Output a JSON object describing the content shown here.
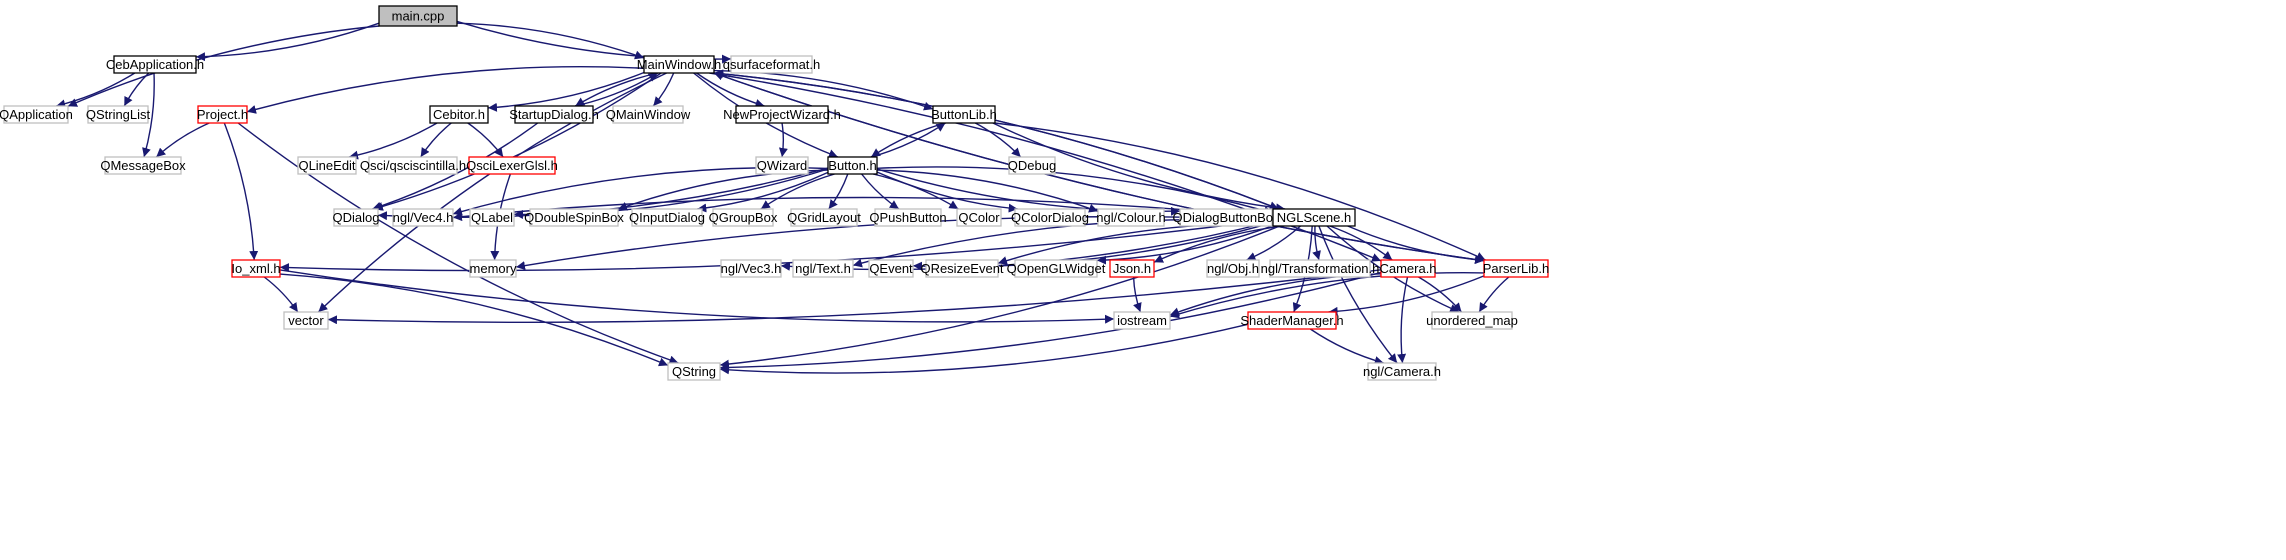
{
  "colors": {
    "edge": "#191970",
    "root_fill": "#bfbfbf",
    "local_border": "#000000",
    "external_border": "#bfbfbf",
    "truncated_border": "#ff0000",
    "text": "#000000"
  },
  "nodes": [
    {
      "id": "main_cpp",
      "label": "main.cpp",
      "kind": "root"
    },
    {
      "id": "CebApplication_h",
      "label": "CebApplication.h",
      "kind": "local"
    },
    {
      "id": "qsurfaceformat_h",
      "label": "qsurfaceformat.h",
      "kind": "external"
    },
    {
      "id": "QApplication",
      "label": "QApplication",
      "kind": "external"
    },
    {
      "id": "QStringList",
      "label": "QStringList",
      "kind": "external"
    },
    {
      "id": "QMessageBox",
      "label": "QMessageBox",
      "kind": "external"
    },
    {
      "id": "MainWindow_h",
      "label": "MainWindow.h",
      "kind": "local"
    },
    {
      "id": "Project_h",
      "label": "Project.h",
      "kind": "truncated"
    },
    {
      "id": "Cebitor_h",
      "label": "Cebitor.h",
      "kind": "local"
    },
    {
      "id": "StartupDialog_h",
      "label": "StartupDialog.h",
      "kind": "local"
    },
    {
      "id": "QMainWindow",
      "label": "QMainWindow",
      "kind": "external"
    },
    {
      "id": "NewProjectWizard_h",
      "label": "NewProjectWizard.h",
      "kind": "local"
    },
    {
      "id": "ButtonLib_h",
      "label": "ButtonLib.h",
      "kind": "local"
    },
    {
      "id": "QLineEdit",
      "label": "QLineEdit",
      "kind": "external"
    },
    {
      "id": "Qsci_qsciscintilla_h",
      "label": "Qsci/qsciscintilla.h",
      "kind": "external"
    },
    {
      "id": "QsciLexerGlsl_h",
      "label": "QsciLexerGlsl.h",
      "kind": "truncated"
    },
    {
      "id": "QWizard",
      "label": "QWizard",
      "kind": "external"
    },
    {
      "id": "Button_h",
      "label": "Button.h",
      "kind": "local"
    },
    {
      "id": "QDebug",
      "label": "QDebug",
      "kind": "external"
    },
    {
      "id": "QDialog",
      "label": "QDialog",
      "kind": "external"
    },
    {
      "id": "ngl_Vec4_h",
      "label": "ngl/Vec4.h",
      "kind": "external"
    },
    {
      "id": "QLabel",
      "label": "QLabel",
      "kind": "external"
    },
    {
      "id": "QDoubleSpinBox",
      "label": "QDoubleSpinBox",
      "kind": "external"
    },
    {
      "id": "QInputDialog",
      "label": "QInputDialog",
      "kind": "external"
    },
    {
      "id": "QGroupBox",
      "label": "QGroupBox",
      "kind": "external"
    },
    {
      "id": "QGridLayout",
      "label": "QGridLayout",
      "kind": "external"
    },
    {
      "id": "QPushButton",
      "label": "QPushButton",
      "kind": "external"
    },
    {
      "id": "QColor",
      "label": "QColor",
      "kind": "external"
    },
    {
      "id": "QColorDialog",
      "label": "QColorDialog",
      "kind": "external"
    },
    {
      "id": "ngl_Colour_h",
      "label": "ngl/Colour.h",
      "kind": "external"
    },
    {
      "id": "QDialogButtonBox",
      "label": "QDialogButtonBox",
      "kind": "external"
    },
    {
      "id": "NGLScene_h",
      "label": "NGLScene.h",
      "kind": "local"
    },
    {
      "id": "Io_xml_h",
      "label": "Io_xml.h",
      "kind": "truncated"
    },
    {
      "id": "memory",
      "label": "memory",
      "kind": "external"
    },
    {
      "id": "ngl_Vec3_h",
      "label": "ngl/Vec3.h",
      "kind": "external"
    },
    {
      "id": "ngl_Text_h",
      "label": "ngl/Text.h",
      "kind": "external"
    },
    {
      "id": "QEvent",
      "label": "QEvent",
      "kind": "external"
    },
    {
      "id": "QResizeEvent",
      "label": "QResizeEvent",
      "kind": "external"
    },
    {
      "id": "QOpenGLWidget",
      "label": "QOpenGLWidget",
      "kind": "external"
    },
    {
      "id": "Json_h",
      "label": "Json.h",
      "kind": "truncated"
    },
    {
      "id": "ngl_Obj_h",
      "label": "ngl/Obj.h",
      "kind": "external"
    },
    {
      "id": "ngl_Transformation_h",
      "label": "ngl/Transformation.h",
      "kind": "external"
    },
    {
      "id": "Camera_h",
      "label": "Camera.h",
      "kind": "truncated"
    },
    {
      "id": "ParserLib_h",
      "label": "ParserLib.h",
      "kind": "truncated"
    },
    {
      "id": "vector",
      "label": "vector",
      "kind": "external"
    },
    {
      "id": "iostream",
      "label": "iostream",
      "kind": "external"
    },
    {
      "id": "ShaderManager_h",
      "label": "ShaderManager.h",
      "kind": "truncated"
    },
    {
      "id": "unordered_map",
      "label": "unordered_map",
      "kind": "external"
    },
    {
      "id": "QString",
      "label": "QString",
      "kind": "external"
    },
    {
      "id": "ngl_Camera_h",
      "label": "ngl/Camera.h",
      "kind": "external"
    }
  ],
  "edges": [
    {
      "from": "main_cpp",
      "to": "CebApplication_h"
    },
    {
      "from": "main_cpp",
      "to": "QApplication"
    },
    {
      "from": "main_cpp",
      "to": "MainWindow_h"
    },
    {
      "from": "main_cpp",
      "to": "qsurfaceformat_h"
    },
    {
      "from": "CebApplication_h",
      "to": "QApplication"
    },
    {
      "from": "CebApplication_h",
      "to": "QStringList"
    },
    {
      "from": "CebApplication_h",
      "to": "QMessageBox"
    },
    {
      "from": "MainWindow_h",
      "to": "Project_h"
    },
    {
      "from": "MainWindow_h",
      "to": "Cebitor_h"
    },
    {
      "from": "MainWindow_h",
      "to": "StartupDialog_h"
    },
    {
      "from": "MainWindow_h",
      "to": "QMainWindow"
    },
    {
      "from": "MainWindow_h",
      "to": "NewProjectWizard_h"
    },
    {
      "from": "MainWindow_h",
      "to": "ButtonLib_h"
    },
    {
      "from": "MainWindow_h",
      "to": "Button_h"
    },
    {
      "from": "MainWindow_h",
      "to": "NGLScene_h"
    },
    {
      "from": "MainWindow_h",
      "to": "ParserLib_h"
    },
    {
      "from": "MainWindow_h",
      "to": "Camera_h"
    },
    {
      "from": "MainWindow_h",
      "to": "vector"
    },
    {
      "from": "MainWindow_h",
      "to": "QDialog"
    },
    {
      "from": "StartupDialog_h",
      "to": "MainWindow_h"
    },
    {
      "from": "StartupDialog_h",
      "to": "QDialog"
    },
    {
      "from": "NGLScene_h",
      "to": "MainWindow_h"
    },
    {
      "from": "ParserLib_h",
      "to": "MainWindow_h"
    },
    {
      "from": "Project_h",
      "to": "QMessageBox"
    },
    {
      "from": "Project_h",
      "to": "Io_xml_h"
    },
    {
      "from": "Project_h",
      "to": "QString"
    },
    {
      "from": "Cebitor_h",
      "to": "QLineEdit"
    },
    {
      "from": "Cebitor_h",
      "to": "Qsci_qsciscintilla_h"
    },
    {
      "from": "Cebitor_h",
      "to": "QsciLexerGlsl_h"
    },
    {
      "from": "QsciLexerGlsl_h",
      "to": "memory"
    },
    {
      "from": "NewProjectWizard_h",
      "to": "QWizard"
    },
    {
      "from": "ButtonLib_h",
      "to": "Button_h"
    },
    {
      "from": "ButtonLib_h",
      "to": "QDebug"
    },
    {
      "from": "ButtonLib_h",
      "to": "NGLScene_h"
    },
    {
      "from": "ButtonLib_h",
      "to": "ParserLib_h"
    },
    {
      "from": "Button_h",
      "to": "ButtonLib_h"
    },
    {
      "from": "Button_h",
      "to": "QDialog"
    },
    {
      "from": "Button_h",
      "to": "ngl_Vec4_h"
    },
    {
      "from": "Button_h",
      "to": "QLabel"
    },
    {
      "from": "Button_h",
      "to": "QDoubleSpinBox"
    },
    {
      "from": "Button_h",
      "to": "QInputDialog"
    },
    {
      "from": "Button_h",
      "to": "QGroupBox"
    },
    {
      "from": "Button_h",
      "to": "QGridLayout"
    },
    {
      "from": "Button_h",
      "to": "QPushButton"
    },
    {
      "from": "Button_h",
      "to": "QColor"
    },
    {
      "from": "Button_h",
      "to": "QColorDialog"
    },
    {
      "from": "Button_h",
      "to": "ngl_Colour_h"
    },
    {
      "from": "Button_h",
      "to": "QDialogButtonBox"
    },
    {
      "from": "Button_h",
      "to": "NGLScene_h"
    },
    {
      "from": "NGLScene_h",
      "to": "ngl_Vec4_h"
    },
    {
      "from": "NGLScene_h",
      "to": "Io_xml_h"
    },
    {
      "from": "NGLScene_h",
      "to": "memory"
    },
    {
      "from": "NGLScene_h",
      "to": "ngl_Vec3_h"
    },
    {
      "from": "NGLScene_h",
      "to": "ngl_Text_h"
    },
    {
      "from": "NGLScene_h",
      "to": "QEvent"
    },
    {
      "from": "NGLScene_h",
      "to": "QResizeEvent"
    },
    {
      "from": "NGLScene_h",
      "to": "QOpenGLWidget"
    },
    {
      "from": "NGLScene_h",
      "to": "Json_h"
    },
    {
      "from": "NGLScene_h",
      "to": "ngl_Obj_h"
    },
    {
      "from": "NGLScene_h",
      "to": "ngl_Transformation_h"
    },
    {
      "from": "NGLScene_h",
      "to": "Camera_h"
    },
    {
      "from": "NGLScene_h",
      "to": "ParserLib_h"
    },
    {
      "from": "NGLScene_h",
      "to": "ShaderManager_h"
    },
    {
      "from": "NGLScene_h",
      "to": "unordered_map"
    },
    {
      "from": "NGLScene_h",
      "to": "QString"
    },
    {
      "from": "NGLScene_h",
      "to": "ngl_Camera_h"
    },
    {
      "from": "Io_xml_h",
      "to": "vector"
    },
    {
      "from": "Io_xml_h",
      "to": "iostream"
    },
    {
      "from": "Io_xml_h",
      "to": "QString"
    },
    {
      "from": "Json_h",
      "to": "iostream"
    },
    {
      "from": "Camera_h",
      "to": "vector"
    },
    {
      "from": "Camera_h",
      "to": "iostream"
    },
    {
      "from": "Camera_h",
      "to": "unordered_map"
    },
    {
      "from": "Camera_h",
      "to": "ngl_Camera_h"
    },
    {
      "from": "Camera_h",
      "to": "QString"
    },
    {
      "from": "ParserLib_h",
      "to": "iostream"
    },
    {
      "from": "ParserLib_h",
      "to": "ShaderManager_h"
    },
    {
      "from": "ParserLib_h",
      "to": "unordered_map"
    },
    {
      "from": "ShaderManager_h",
      "to": "QString"
    },
    {
      "from": "ShaderManager_h",
      "to": "ngl_Camera_h"
    }
  ]
}
